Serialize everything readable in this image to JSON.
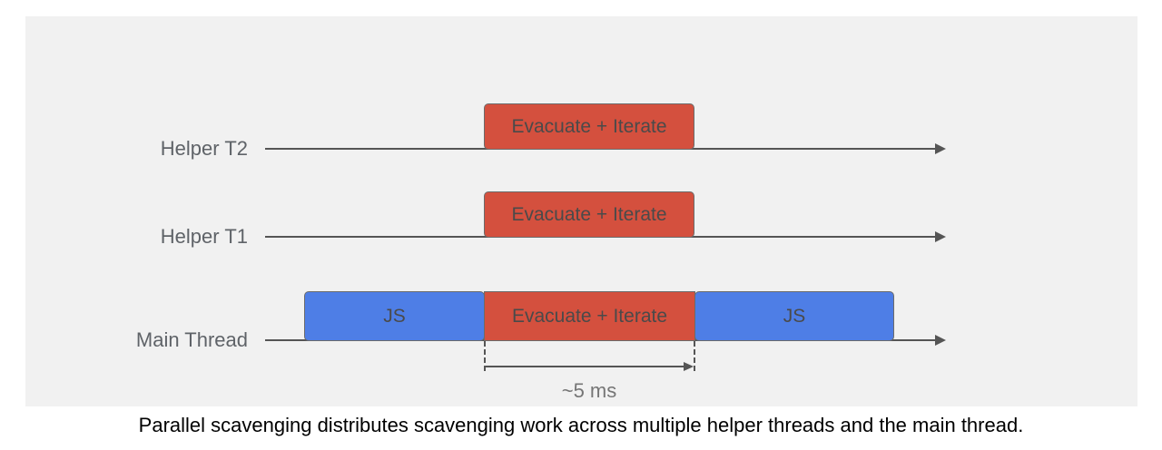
{
  "colors": {
    "panel_bg": "#f1f1f1",
    "red": "#d4503e",
    "blue": "#4e7ee6",
    "box_border": "#6b6b6b",
    "line": "#555555",
    "label_text": "#5f6368"
  },
  "diagram": {
    "rows": [
      {
        "label": "Helper T2",
        "blocks": [
          {
            "type": "scavenge",
            "label": "Evacuate + Iterate"
          }
        ]
      },
      {
        "label": "Helper T1",
        "blocks": [
          {
            "type": "scavenge",
            "label": "Evacuate + Iterate"
          }
        ]
      },
      {
        "label": "Main Thread",
        "blocks": [
          {
            "type": "js",
            "label": "JS"
          },
          {
            "type": "scavenge",
            "label": "Evacuate + Iterate"
          },
          {
            "type": "js",
            "label": "JS"
          }
        ]
      }
    ],
    "measurement": {
      "label": "~5 ms"
    }
  },
  "caption": "Parallel scavenging distributes scavenging work across multiple helper threads and the main thread."
}
